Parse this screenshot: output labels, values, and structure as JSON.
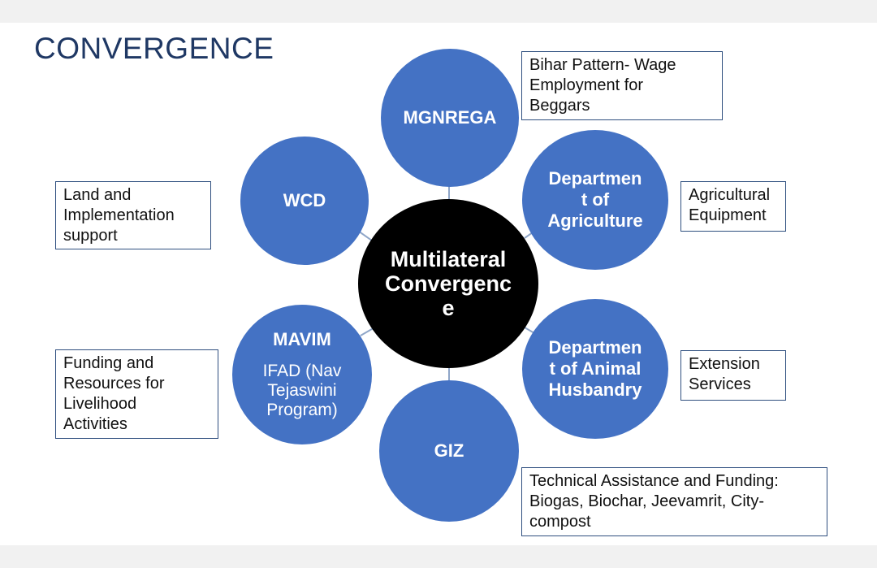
{
  "title": "CONVERGENCE",
  "center": {
    "label": "Multilateral\nConvergenc\ne"
  },
  "nodes": {
    "mgnrega": {
      "label": "MGNREGA"
    },
    "agriculture": {
      "label": "Departmen\nt of\nAgriculture"
    },
    "animal": {
      "label": "Departmen\nt of Animal\nHusbandry"
    },
    "giz": {
      "label": "GIZ"
    },
    "mavim": {
      "label": "MAVIM",
      "sub": "IFAD (Nav\nTejaswini\nProgram)"
    },
    "wcd": {
      "label": "WCD"
    }
  },
  "notes": {
    "mgnrega": "Bihar Pattern- Wage\nEmployment for\nBeggars",
    "agriculture": "Agricultural\nEquipment",
    "animal": "Extension\nServices",
    "giz": "Technical Assistance and Funding:\nBiogas, Biochar, Jeevamrit, City-\ncompost",
    "mavim": "Funding and\nResources for\nLivelihood\nActivities",
    "wcd": "Land and\nImplementation\nsupport"
  },
  "colors": {
    "node": "#4472c4",
    "center": "#000000",
    "title": "#1f3864",
    "connector": "#8fa6c8"
  }
}
